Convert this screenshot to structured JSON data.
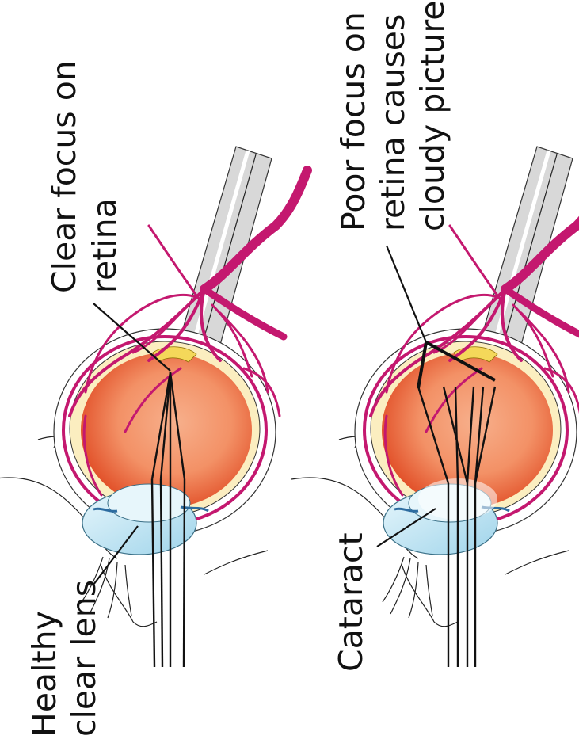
{
  "panels": [
    {
      "id": "healthy",
      "label_lens_line1": "Healthy",
      "label_lens_line2": "clear lens",
      "label_focus_line1": "Clear focus on",
      "label_focus_line2": "retina"
    },
    {
      "id": "cataract",
      "label_lens_line1": "Cataract",
      "label_focus_line1": "Poor focus on",
      "label_focus_line2": "retina causes",
      "label_focus_line3": "cloudy picture"
    }
  ],
  "colors": {
    "vessel": "#c4186f",
    "vessel_light": "#e65aa3",
    "retina_inner": "#e8552e",
    "retina_outer": "#f7b08c",
    "sclera_yellow": "#fbeec0",
    "lens": "#b9e2f2",
    "nerve": "#d8d8d8",
    "ink": "#111111"
  }
}
